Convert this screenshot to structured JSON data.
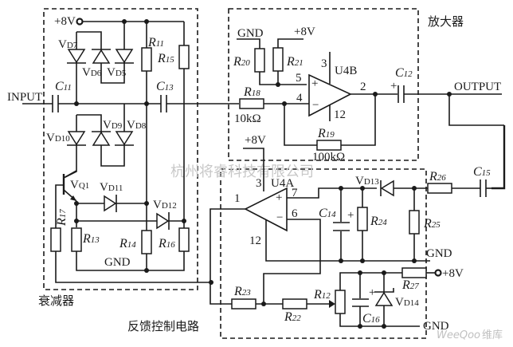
{
  "blocks": {
    "attenuator": "衰减器",
    "amplifier": "放大器",
    "feedback": "反馈控制电路"
  },
  "nets": {
    "input": "INPUT",
    "output": "OUTPUT",
    "vcc": "+8V",
    "gnd": "GND"
  },
  "components": {
    "C11": {
      "ref": "C",
      "num": "11"
    },
    "C12": {
      "ref": "C",
      "num": "12"
    },
    "C13": {
      "ref": "C",
      "num": "13"
    },
    "C14": {
      "ref": "C",
      "num": "14"
    },
    "C15": {
      "ref": "C",
      "num": "15"
    },
    "C16": {
      "ref": "C",
      "num": "16"
    },
    "R11": {
      "ref": "R",
      "num": "11"
    },
    "R12": {
      "ref": "R",
      "num": "12"
    },
    "R13": {
      "ref": "R",
      "num": "13"
    },
    "R14": {
      "ref": "R",
      "num": "14"
    },
    "R15": {
      "ref": "R",
      "num": "15"
    },
    "R16": {
      "ref": "R",
      "num": "16"
    },
    "R17": {
      "ref": "R",
      "num": "17"
    },
    "R18": {
      "ref": "R",
      "num": "18",
      "value": "10kΩ"
    },
    "R19": {
      "ref": "R",
      "num": "19",
      "value": "100kΩ"
    },
    "R20": {
      "ref": "R",
      "num": "20"
    },
    "R21": {
      "ref": "R",
      "num": "21"
    },
    "R22": {
      "ref": "R",
      "num": "22"
    },
    "R23": {
      "ref": "R",
      "num": "23"
    },
    "R24": {
      "ref": "R",
      "num": "24"
    },
    "R25": {
      "ref": "R",
      "num": "25"
    },
    "R26": {
      "ref": "R",
      "num": "26"
    },
    "R27": {
      "ref": "R",
      "num": "27"
    },
    "VD5": {
      "ref": "V",
      "num": "D5"
    },
    "VD6": {
      "ref": "V",
      "num": "D6"
    },
    "VD7": {
      "ref": "V",
      "num": "D7"
    },
    "VD8": {
      "ref": "V",
      "num": "D8"
    },
    "VD9": {
      "ref": "V",
      "num": "D9"
    },
    "VD10": {
      "ref": "V",
      "num": "D10"
    },
    "VD11": {
      "ref": "V",
      "num": "D11"
    },
    "VD12": {
      "ref": "V",
      "num": "D12"
    },
    "VD13": {
      "ref": "V",
      "num": "D13"
    },
    "VD14": {
      "ref": "V",
      "num": "D14"
    },
    "VQ1": {
      "ref": "V",
      "num": "Q1"
    },
    "U4B": {
      "name": "U4B",
      "pins": {
        "vplus": "3",
        "in_plus": "5",
        "in_minus": "4",
        "out": "2",
        "vminus": "12"
      }
    },
    "U4A": {
      "name": "U4A",
      "pins": {
        "vplus": "3",
        "in_plus": "7",
        "in_minus": "6",
        "out": "1",
        "vminus": "12"
      }
    }
  },
  "opamp_signs": {
    "plus": "+",
    "minus": "−"
  },
  "cap_polarity": "+",
  "watermarks": {
    "company": "杭州将睿科技有限公司",
    "site_latin": "WeeQoo",
    "site_cn": "维库"
  }
}
